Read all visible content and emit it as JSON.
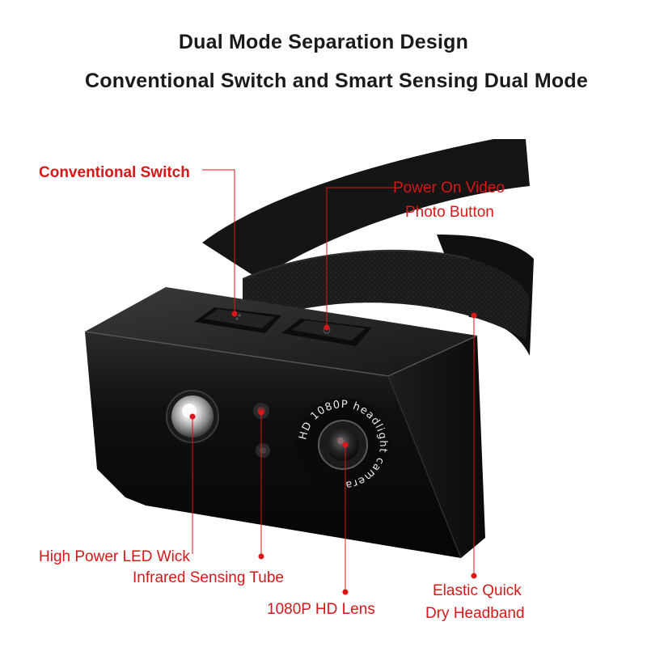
{
  "title": {
    "line1": "Dual Mode Separation Design",
    "line2": "Conventional Switch and Smart Sensing Dual Mode"
  },
  "callouts": {
    "conventional_switch": "Conventional Switch",
    "power_button_line1": "Power On Video",
    "power_button_line2": "Photo Button",
    "led_wick": "High Power LED Wick",
    "infrared_tube": "Infrared Sensing Tube",
    "hd_lens": "1080P HD Lens",
    "headband_line1": "Elastic Quick",
    "headband_line2": "Dry Headband"
  },
  "lens_ring_text": "HD 1080P headlight camera",
  "colors": {
    "callout_red": "#d81818",
    "title_dark": "#1a1a1a",
    "device_black": "#111111"
  }
}
